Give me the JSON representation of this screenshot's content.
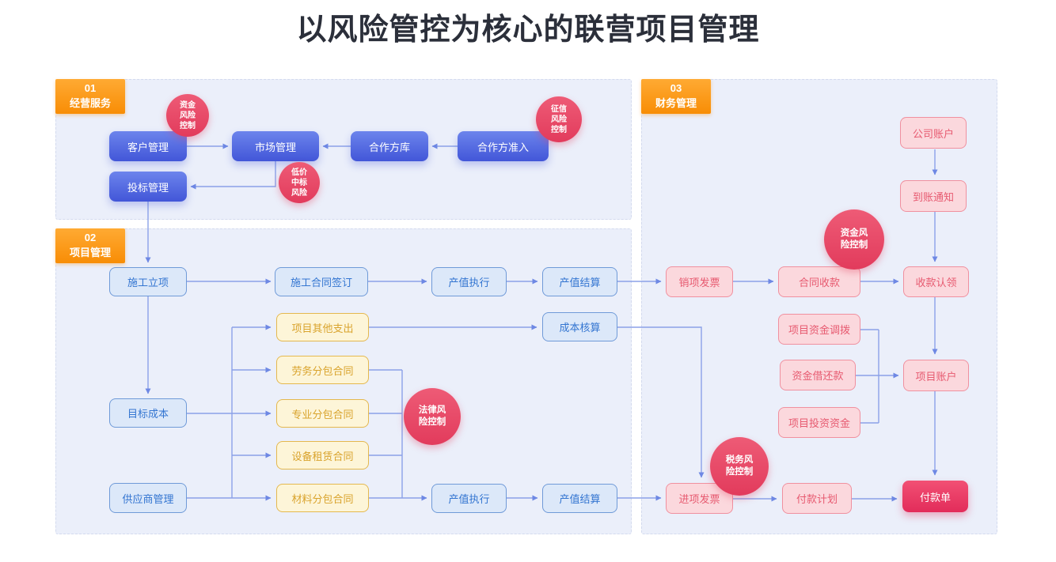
{
  "title": "以风险管控为核心的联营项目管理",
  "sections": {
    "business": {
      "num": "01",
      "name": "经营服务"
    },
    "project": {
      "num": "02",
      "name": "项目管理"
    },
    "finance": {
      "num": "03",
      "name": "财务管理"
    }
  },
  "nodes": {
    "customer_mgmt": {
      "label": "客户管理"
    },
    "market_mgmt": {
      "label": "市场管理"
    },
    "partner_library": {
      "label": "合作方库"
    },
    "partner_access": {
      "label": "合作方准入"
    },
    "bid_mgmt": {
      "label": "投标管理"
    },
    "construction_init": {
      "label": "施工立项"
    },
    "construction_contract": {
      "label": "施工合同签订"
    },
    "output_exec_top": {
      "label": "产值执行"
    },
    "output_settle_top": {
      "label": "产值结算"
    },
    "cost_accounting": {
      "label": "成本核算"
    },
    "target_cost": {
      "label": "目标成本"
    },
    "supplier_mgmt": {
      "label": "供应商管理"
    },
    "other_expense": {
      "label": "项目其他支出"
    },
    "labor_subcontract": {
      "label": "劳务分包合同"
    },
    "professional_subcontract": {
      "label": "专业分包合同"
    },
    "equipment_lease": {
      "label": "设备租赁合同"
    },
    "material_subcontract": {
      "label": "材料分包合同"
    },
    "output_exec_bottom": {
      "label": "产值执行"
    },
    "output_settle_bottom": {
      "label": "产值结算"
    },
    "company_account": {
      "label": "公司账户"
    },
    "arrival_notice": {
      "label": "到账通知"
    },
    "sales_invoice": {
      "label": "销项发票"
    },
    "contract_receipt": {
      "label": "合同收款"
    },
    "receipt_claim": {
      "label": "收款认领"
    },
    "fund_allocation": {
      "label": "项目资金调拨"
    },
    "fund_loan": {
      "label": "资金借还款"
    },
    "investment_fund": {
      "label": "项目投资资金"
    },
    "project_account": {
      "label": "项目账户"
    },
    "input_invoice": {
      "label": "进项发票"
    },
    "payment_plan": {
      "label": "付款计划"
    },
    "payment_order": {
      "label": "付款单"
    }
  },
  "risk_badges": {
    "capital_risk_1": {
      "label": "资金\n风险\n控制"
    },
    "low_bid_risk": {
      "label": "低价\n中标\n风险"
    },
    "credit_risk": {
      "label": "征信\n风险\n控制"
    },
    "legal_risk": {
      "label": "法律风\n险控制"
    },
    "capital_risk_2": {
      "label": "资金风\n险控制"
    },
    "tax_risk": {
      "label": "税务风\n险控制"
    }
  },
  "colors": {
    "accent_orange": "#f88d05",
    "node_blue": "#4256d8",
    "node_lightblue_bg": "#dce8f9",
    "node_lightblue_border": "#6f9ad8",
    "node_yellow_bg": "#fdf5d8",
    "node_yellow_border": "#e4b84e",
    "node_pink_bg": "#fbd8dd",
    "node_pink_border": "#f0909f",
    "badge_red": "#e23b5c",
    "payment_red": "#e22c5a",
    "connector": "#8ba1e8"
  }
}
